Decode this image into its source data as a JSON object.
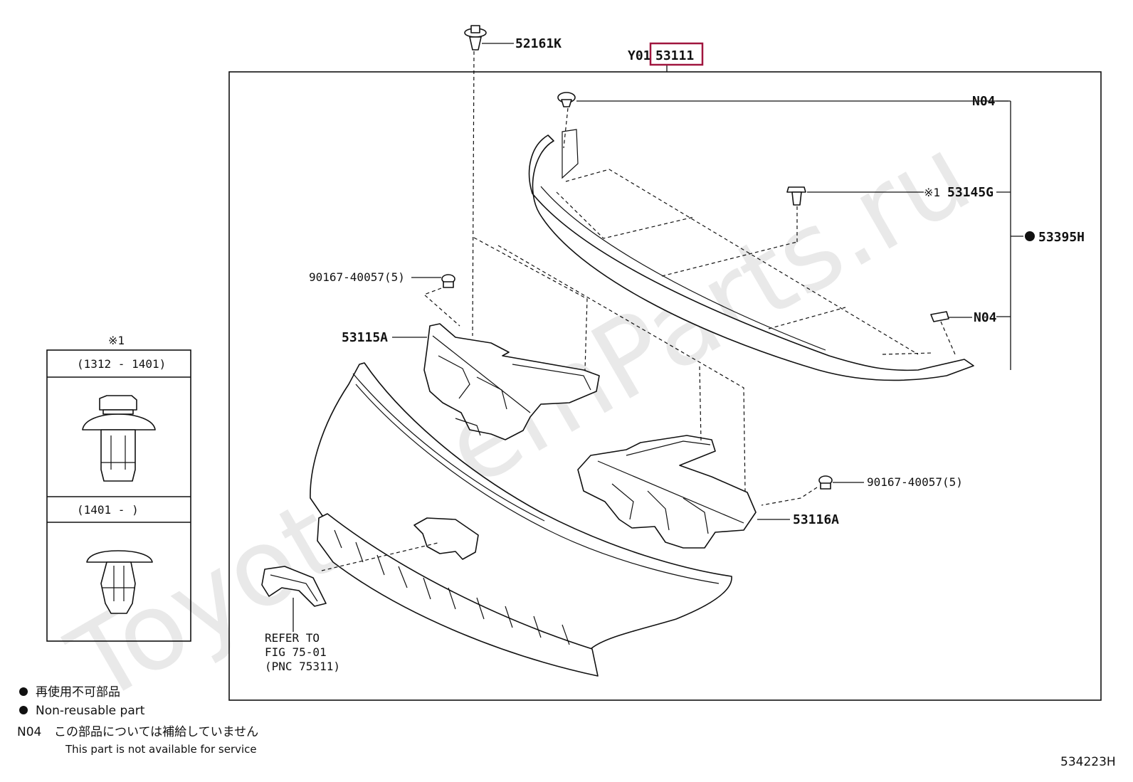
{
  "watermark": "ToyotaOemParts.ru",
  "header": {
    "group_prefix": "Y01",
    "group_code": "53111",
    "highlight_color": "#a0153e"
  },
  "parts": {
    "clip_top": "52161K",
    "n04_top": "N04",
    "clip_mid": "53145G",
    "clip_mid_mark": "※1",
    "seal": "53395H",
    "n04_bottom": "N04",
    "screw_left": "90167-40057(5)",
    "bracket_left": "53115A",
    "screw_right": "90167-40057(5)",
    "bracket_right": "53116A"
  },
  "refer": {
    "line1": "REFER TO",
    "line2": "FIG 75-01",
    "line3": "(PNC 75311)"
  },
  "inset": {
    "title": "※1",
    "row1_range": "(1312 - 1401)",
    "row2_range": "(1401 -      )"
  },
  "legend": {
    "nonreusable_jp": "再使用不可部品",
    "nonreusable_en": "Non-reusable part",
    "n04_code": "N04",
    "n04_jp": "この部品については補給していません",
    "n04_en": "This part is not available for service"
  },
  "figure_code": "534223H"
}
